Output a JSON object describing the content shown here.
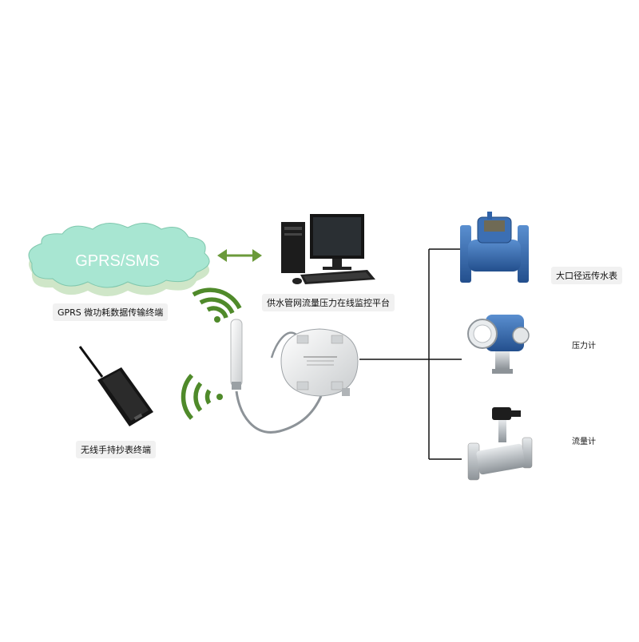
{
  "cloud": {
    "label": "GPRS/SMS",
    "color": "#a8e6d2"
  },
  "labels": {
    "gprs_terminal": "GPRS 微功耗数据传输终端",
    "handheld_terminal": "无线手持抄表终端",
    "platform": "供水管网流量压力在线监控平台",
    "water_meter": "大口径远传水表",
    "pressure_gauge": "压力计",
    "flow_meter": "流量计"
  },
  "colors": {
    "signal": "#4f8a2a",
    "arrow": "#6b9a3a",
    "line": "#111111",
    "meter_blue": "#2f62a8",
    "steel": "#bfc4c8"
  },
  "icons": {
    "computer": "desktop-computer-icon",
    "phone": "handheld-terminal-icon",
    "device": "data-terminal-device-icon"
  }
}
